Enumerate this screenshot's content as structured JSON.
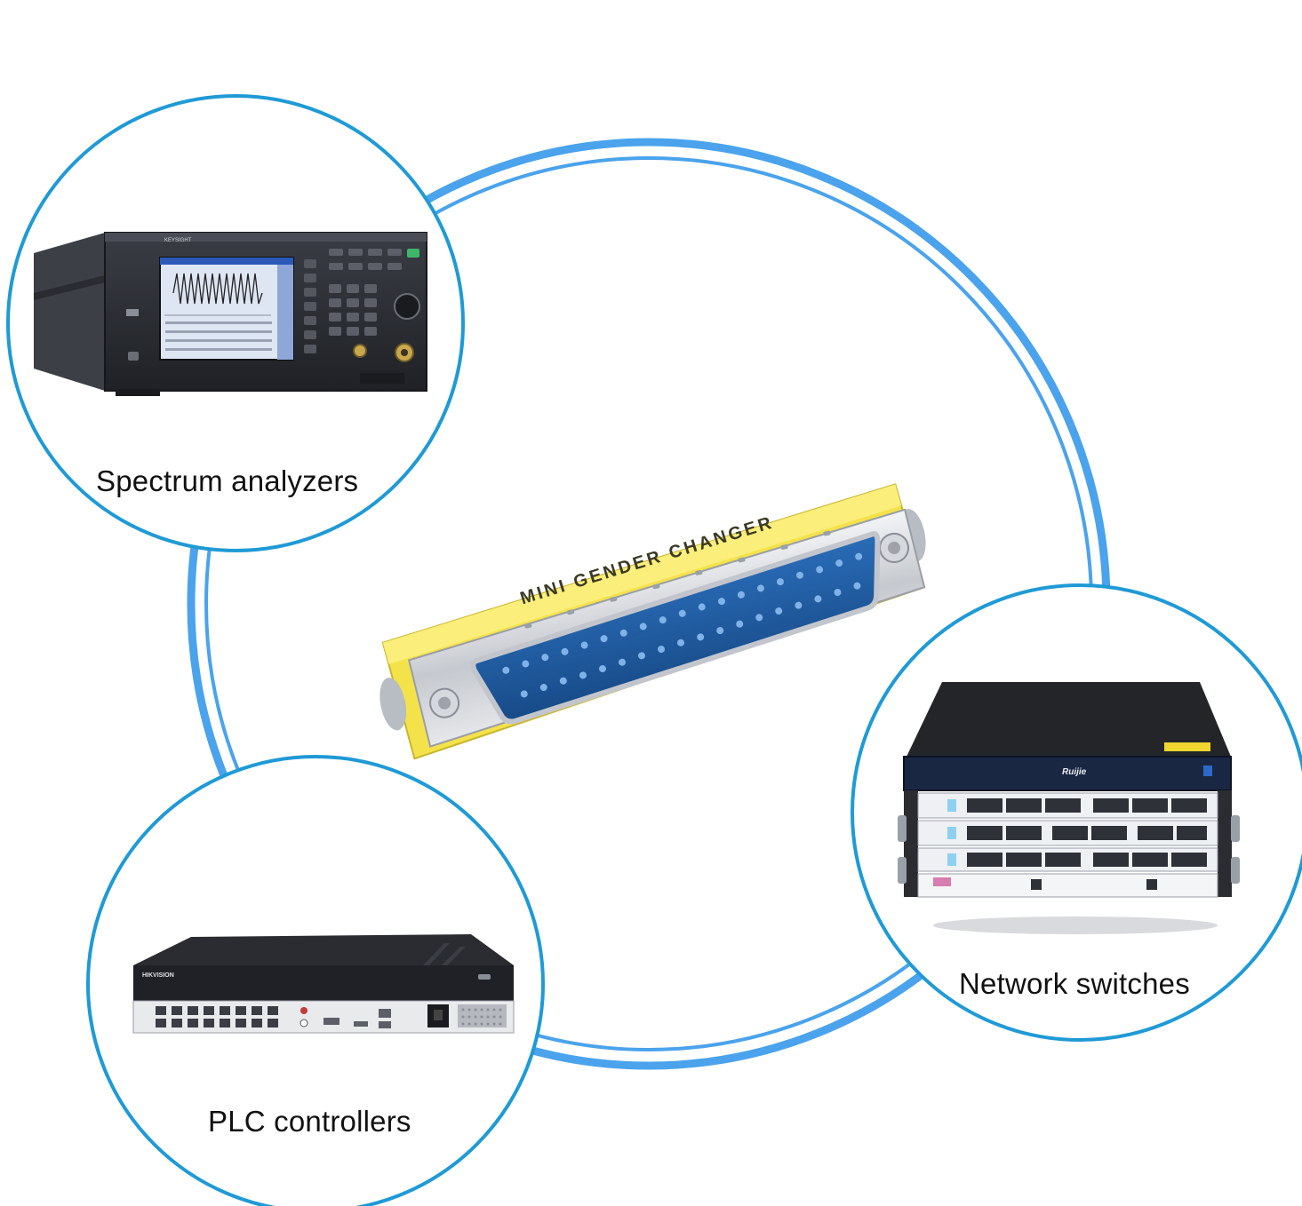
{
  "colors": {
    "ring_blue": "#4aa3ec",
    "circle_border": "#1f9ad6",
    "connector_yellow": "#f4e24a",
    "pin_blue": "#1f5fa8",
    "device_dark": "#2b2e35"
  },
  "connector": {
    "printed_text": "MINI GENDER CHANGER"
  },
  "applications": [
    {
      "label": "Spectrum analyzers",
      "device_brand": "KEYSIGHT"
    },
    {
      "label": "PLC controllers",
      "device_brand": "HIKVISION"
    },
    {
      "label": "Network switches",
      "device_brand": "Ruijie"
    }
  ]
}
